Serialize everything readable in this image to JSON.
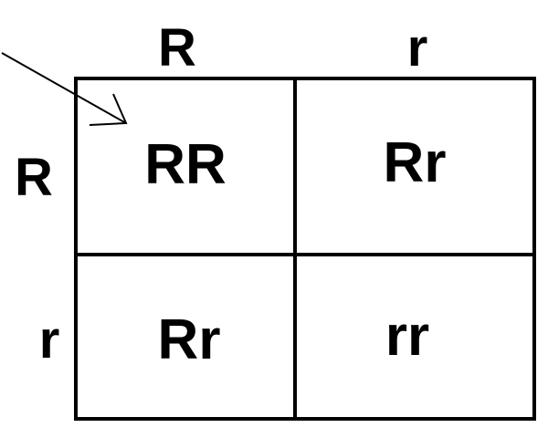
{
  "punnett": {
    "column_headers": [
      "R",
      "r"
    ],
    "row_headers": [
      "R",
      "r"
    ],
    "cells": [
      [
        "RR",
        "Rr"
      ],
      [
        "Rr",
        "rr"
      ]
    ]
  },
  "colors": {
    "line": "#000000",
    "text": "#000000",
    "background": "#ffffff"
  }
}
